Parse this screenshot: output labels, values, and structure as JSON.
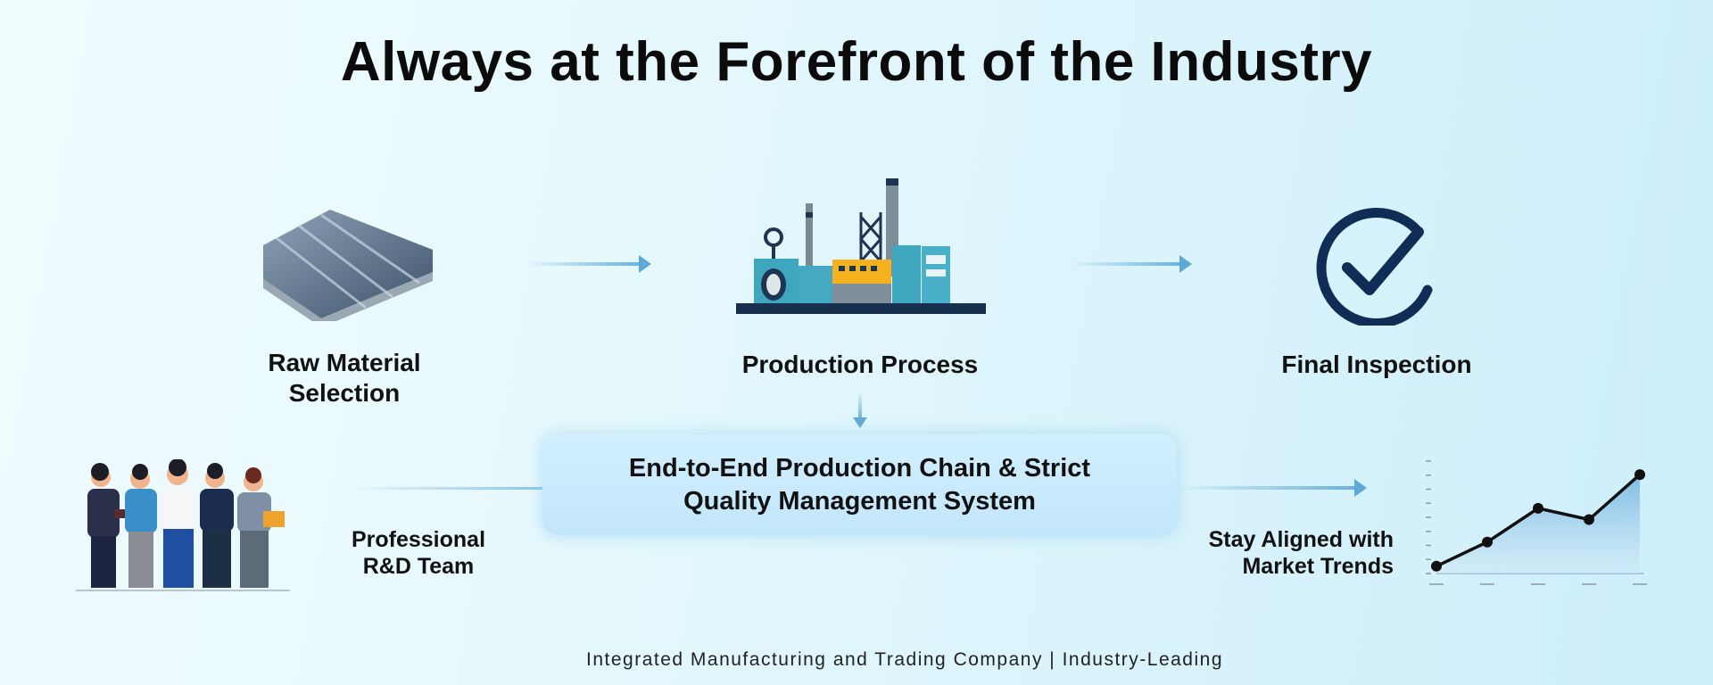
{
  "title": "Always at the Forefront of the Industry",
  "steps": [
    {
      "label_line1": "Raw Material",
      "label_line2": "Selection",
      "icon": "steel-plates-icon"
    },
    {
      "label": "Production Process",
      "icon": "factory-icon"
    },
    {
      "label": "Final Inspection",
      "icon": "checkmark-circle-icon"
    }
  ],
  "center_box": {
    "line1": "End-to-End Production Chain & Strict",
    "line2": "Quality Management System"
  },
  "left_item": {
    "line1": "Professional",
    "line2": "R&D Team",
    "icon": "team-people-icon"
  },
  "right_item": {
    "line1": "Stay Aligned with",
    "line2": "Market Trends",
    "icon": "line-chart-icon"
  },
  "footer": "Integrated Manufacturing and Trading Company | Industry-Leading",
  "colors": {
    "accent_arrow": "#5fa9d8",
    "check_navy": "#0f2d55",
    "factory_teal": "#3fa6bf",
    "factory_yellow": "#f5b21f"
  },
  "chart_data": {
    "type": "area",
    "title": "",
    "xlabel": "",
    "ylabel": "",
    "x": [
      1,
      2,
      3,
      4,
      5
    ],
    "values": [
      6.5,
      28,
      58,
      48,
      88
    ],
    "ylim": [
      0,
      100
    ],
    "grid": false
  }
}
